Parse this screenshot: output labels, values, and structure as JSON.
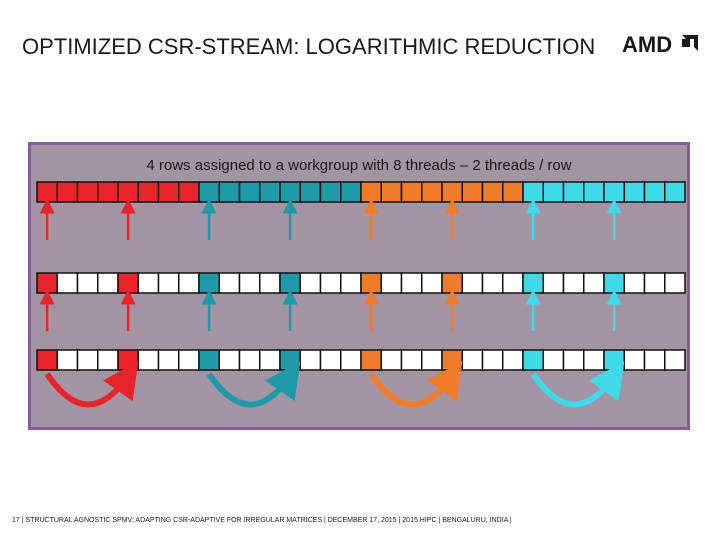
{
  "slide": {
    "title": "OPTIMIZED CSR-STREAM: LOGARITHMIC REDUCTION",
    "logo_text": "AMD",
    "caption": "4 rows assigned to a workgroup with 8 threads – 2 threads / row",
    "footer": "17  |  STRUCTURAL AGNOSTIC SPMV: ADAPTING CSR-ADAPTIVE FOR IRREGULAR MATRICES  |  DECEMBER 17, 2015  |  2015 HIPC  |  BENGALURU, INDIA  |"
  },
  "colors": {
    "panel_bg": "#a394a4",
    "panel_border": "#8a5a9c",
    "row_colors": [
      "#e8232a",
      "#1f9aa8",
      "#f07c2a",
      "#3fd9e8"
    ],
    "empty_cell": "#ffffff"
  },
  "diagram": {
    "cells_per_row": 32,
    "cells_per_group": 8,
    "groups": [
      "row-0",
      "row-1",
      "row-2",
      "row-3"
    ],
    "threads_per_row": 2,
    "stages": [
      {
        "name": "initial-values",
        "filled": "all"
      },
      {
        "name": "after-first-reduction",
        "filled": "thread-positions"
      },
      {
        "name": "after-second-reduction",
        "filled": "thread-positions",
        "merge_arrows": true
      }
    ]
  }
}
